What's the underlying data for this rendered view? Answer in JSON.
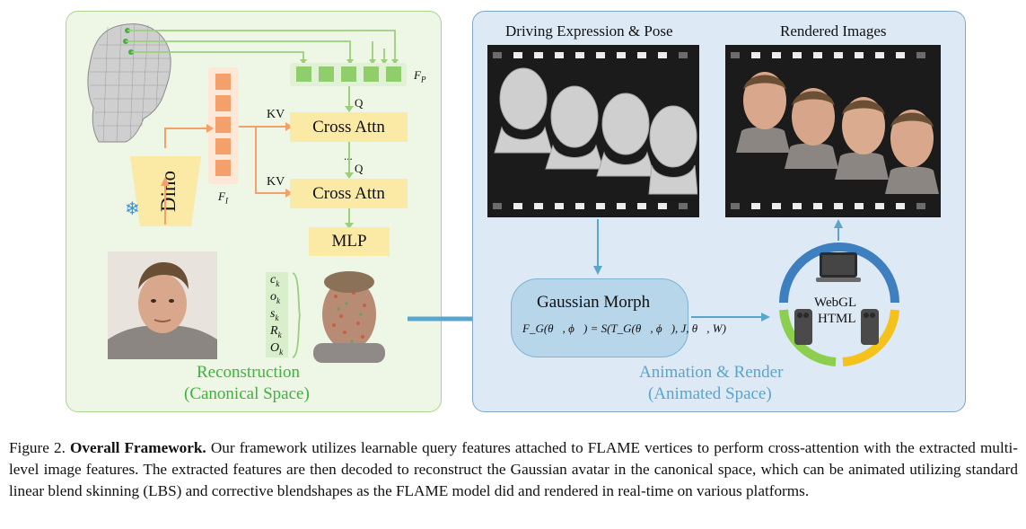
{
  "left_panel": {
    "title_line1": "Reconstruction",
    "title_line2": "(Canonical Space)",
    "dino_label": "Dino",
    "snowflake": "❄",
    "fi_label": "F",
    "fi_sub": "I",
    "fp_label": "F",
    "fp_sub": "P",
    "cross_attn_1": "Cross Attn",
    "cross_attn_2": "Cross Attn",
    "mlp": "MLP",
    "kv_1": "KV",
    "kv_2": "KV",
    "q_1": "Q",
    "q_2": "Q",
    "dots": "...",
    "attributes": [
      "c",
      "o",
      "s",
      "R",
      "O"
    ],
    "attribute_sub": "k",
    "colors": {
      "green_accent": "#3db33d",
      "orange_accent": "#f39a5f",
      "yellow_box": "#fbe9a6"
    }
  },
  "right_panel": {
    "title_line1": "Animation & Render",
    "title_line2": "(Animated Space)",
    "film_left_title": "Driving Expression & Pose",
    "film_right_title": "Rendered Images",
    "morph_title": "Gaussian Morph",
    "morph_formula": "F_G(θ⃗, ϕ⃗) = S(T_G(θ⃗, ϕ⃗), J, θ⃗, W)",
    "platform_line1": "WebGL",
    "platform_line2": "HTML",
    "colors": {
      "blue_accent": "#5aa5cc",
      "ring_blue": "#3e7fc0",
      "ring_green": "#8ccf4e",
      "ring_yellow": "#f5c21b"
    }
  },
  "caption": {
    "prefix": "Figure 2.",
    "bold": "Overall Framework.",
    "body": "Our framework utilizes learnable query features attached to FLAME vertices to perform cross-attention with the extracted multi-level image features. The extracted features are then decoded to reconstruct the Gaussian avatar in the canonical space, which can be animated utilizing standard linear blend skinning (LBS) and corrective blendshapes as the FLAME model did and rendered in real-time on various platforms."
  }
}
